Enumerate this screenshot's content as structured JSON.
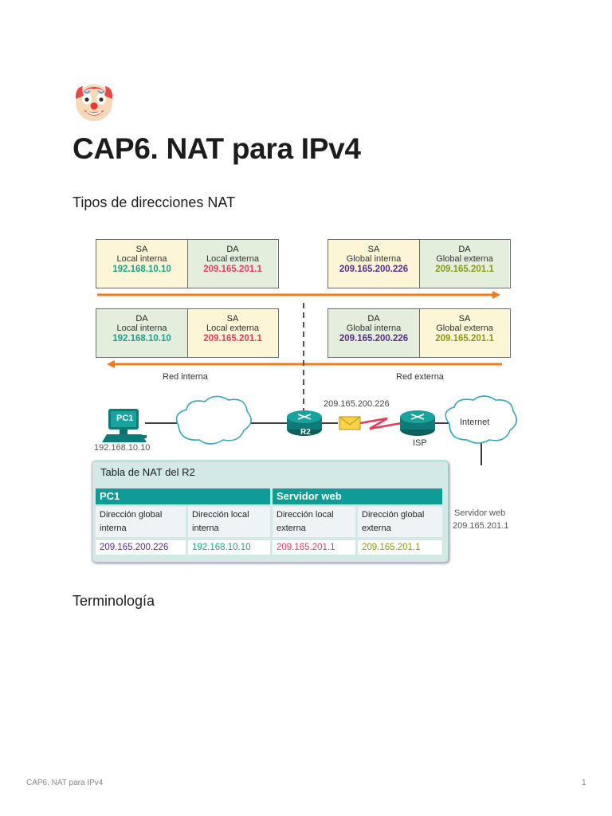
{
  "page": {
    "emoji_icon": "clown-face-icon",
    "title": "CAP6. NAT para IPv4",
    "section1": "Tipos de direcciones NAT",
    "section2": "Terminología",
    "footer_left": "CAP6. NAT para IPv4",
    "footer_right": "1"
  },
  "diagram": {
    "top_left": {
      "c1_key": "SA",
      "c1_role": "Local interna",
      "c1_ip": "192.168.10.10",
      "c2_key": "DA",
      "c2_role": "Local externa",
      "c2_ip": "209.165.201.1"
    },
    "top_right": {
      "c1_key": "SA",
      "c1_role": "Global interna",
      "c1_ip": "209.165.200.226",
      "c2_key": "DA",
      "c2_role": "Global externa",
      "c2_ip": "209.165.201.1"
    },
    "bottom_left": {
      "c1_key": "DA",
      "c1_role": "Local interna",
      "c1_ip": "192.168.10.10",
      "c2_key": "SA",
      "c2_role": "Local externa",
      "c2_ip": "209.165.201.1"
    },
    "bottom_right": {
      "c1_key": "DA",
      "c1_role": "Global interna",
      "c1_ip": "209.165.200.226",
      "c2_key": "SA",
      "c2_role": "Global externa",
      "c2_ip": "209.165.201.1"
    },
    "red_interna": "Red interna",
    "red_externa": "Red externa",
    "pc_label": "PC1",
    "pc_ip": "192.168.10.10",
    "r2_label": "R2",
    "isp_label": "ISP",
    "link_ip": "209.165.200.226",
    "internet_label": "Internet",
    "server_label": "Servidor web",
    "server_ip": "209.165.201.1",
    "colors": {
      "arrow": "#f07b1a",
      "teal": "#1aa28c",
      "pink": "#ec3b64",
      "purple": "#5a2d8a",
      "olive": "#8c9a12",
      "router": "#0f7a78"
    }
  },
  "nat_table": {
    "title": "Tabla de NAT del R2",
    "group1": "PC1",
    "group2": "Servidor web",
    "headers": [
      "Dirección global interna",
      "Dirección local interna",
      "Dirección local externa",
      "Dirección global externa"
    ],
    "values": [
      "209.165.200.226",
      "192.168.10.10",
      "209.165.201.1",
      "209.165.201.1"
    ]
  }
}
